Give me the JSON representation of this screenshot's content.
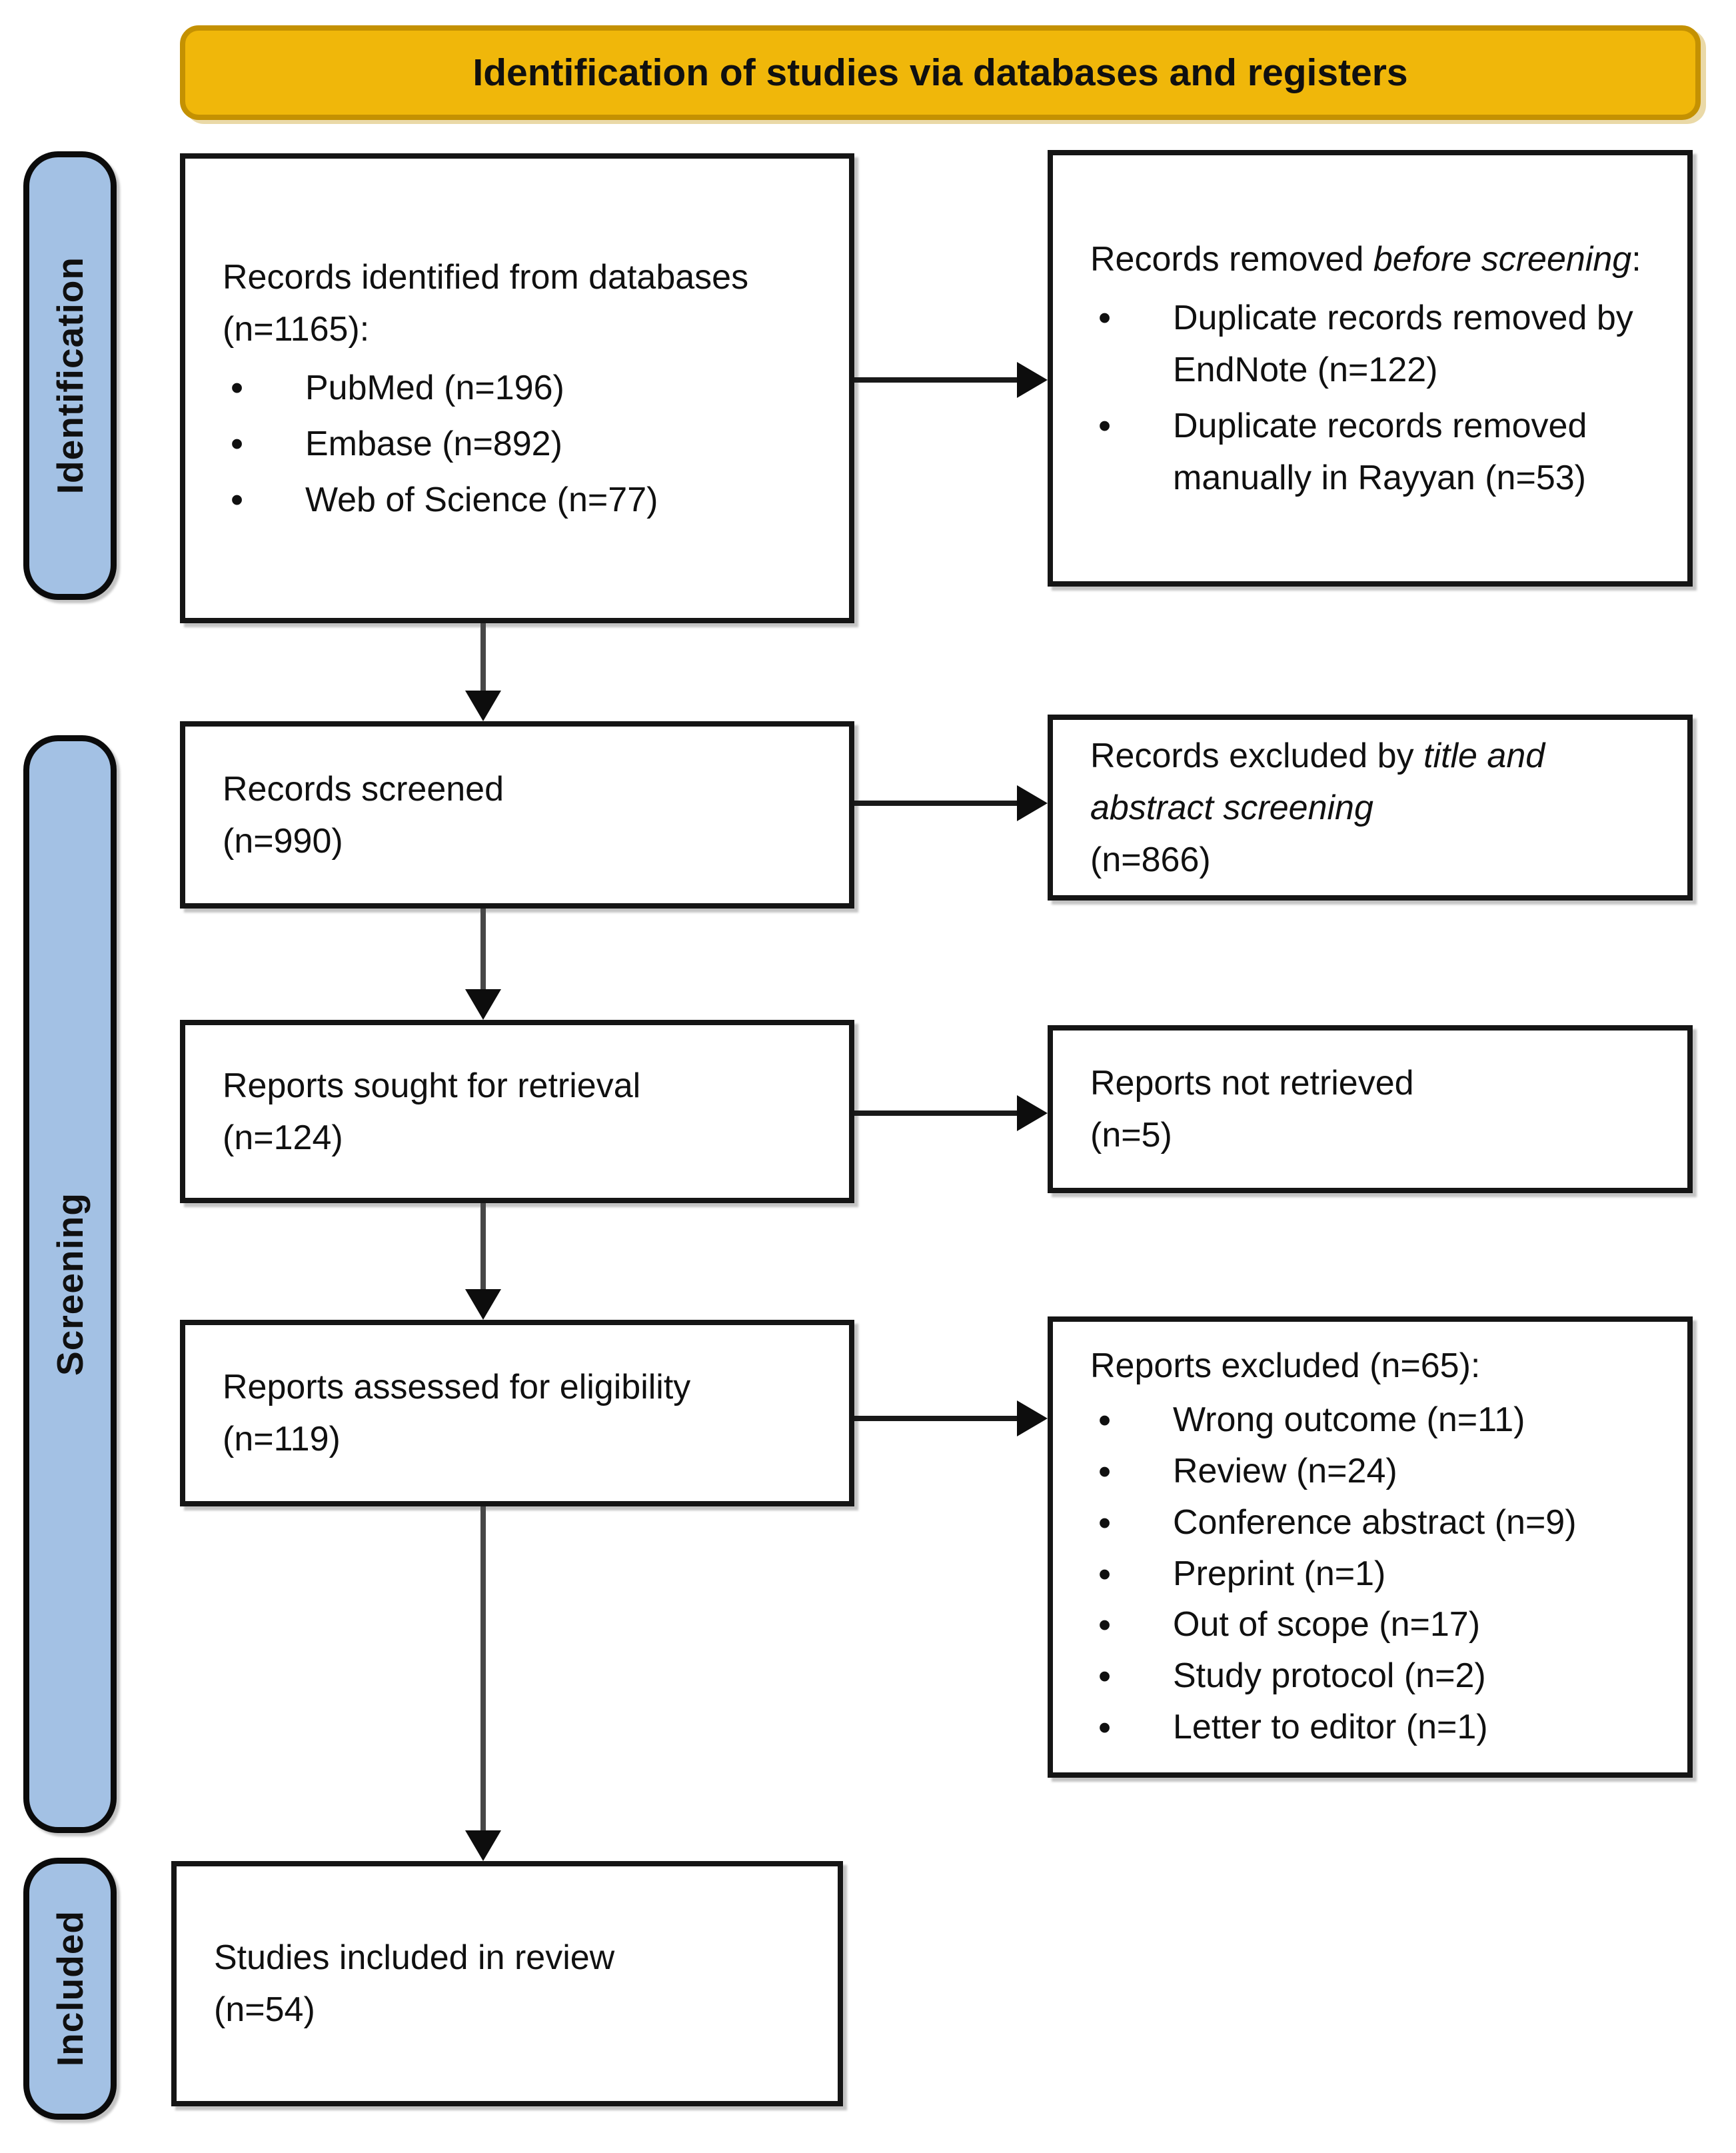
{
  "banner": {
    "title": "Identification of studies via databases and registers"
  },
  "sidebar": {
    "identification": "Identification",
    "screening": "Screening",
    "included": "Included"
  },
  "boxes": {
    "records_identified": {
      "heading": "Records identified from databases (n=1165):",
      "items": [
        "PubMed (n=196)",
        "Embase (n=892)",
        "Web of Science (n=77)"
      ]
    },
    "records_removed": {
      "heading_prefix": "Records removed ",
      "heading_italic": "before screening",
      "heading_suffix": ":",
      "items": [
        "Duplicate records removed by EndNote (n=122)",
        "Duplicate records removed manually in Rayyan (n=53)"
      ]
    },
    "records_screened": {
      "line1": "Records screened",
      "line2": "(n=990)"
    },
    "records_excluded": {
      "line1_prefix": "Records excluded by ",
      "line1_italic": "title and abstract screening",
      "line2": "(n=866)"
    },
    "reports_sought": {
      "line1": "Reports sought for retrieval",
      "line2": "(n=124)"
    },
    "reports_not_retrieved": {
      "line1": "Reports not retrieved",
      "line2": "(n=5)"
    },
    "reports_assessed": {
      "line1": "Reports assessed for eligibility",
      "line2": "(n=119)"
    },
    "reports_excluded": {
      "heading": "Reports excluded (n=65):",
      "items": [
        "Wrong outcome (n=11)",
        "Review (n=24)",
        "Conference abstract (n=9)",
        "Preprint (n=1)",
        "Out of scope (n=17)",
        "Study protocol (n=2)",
        "Letter to editor (n=1)"
      ]
    },
    "studies_included": {
      "line1": "Studies included in review",
      "line2": "(n=54)"
    }
  },
  "colors": {
    "banner_bg": "#F0B70A",
    "banner_border": "#C49102",
    "sidebar_bg": "#A3C1E4",
    "box_border": "#151515"
  }
}
